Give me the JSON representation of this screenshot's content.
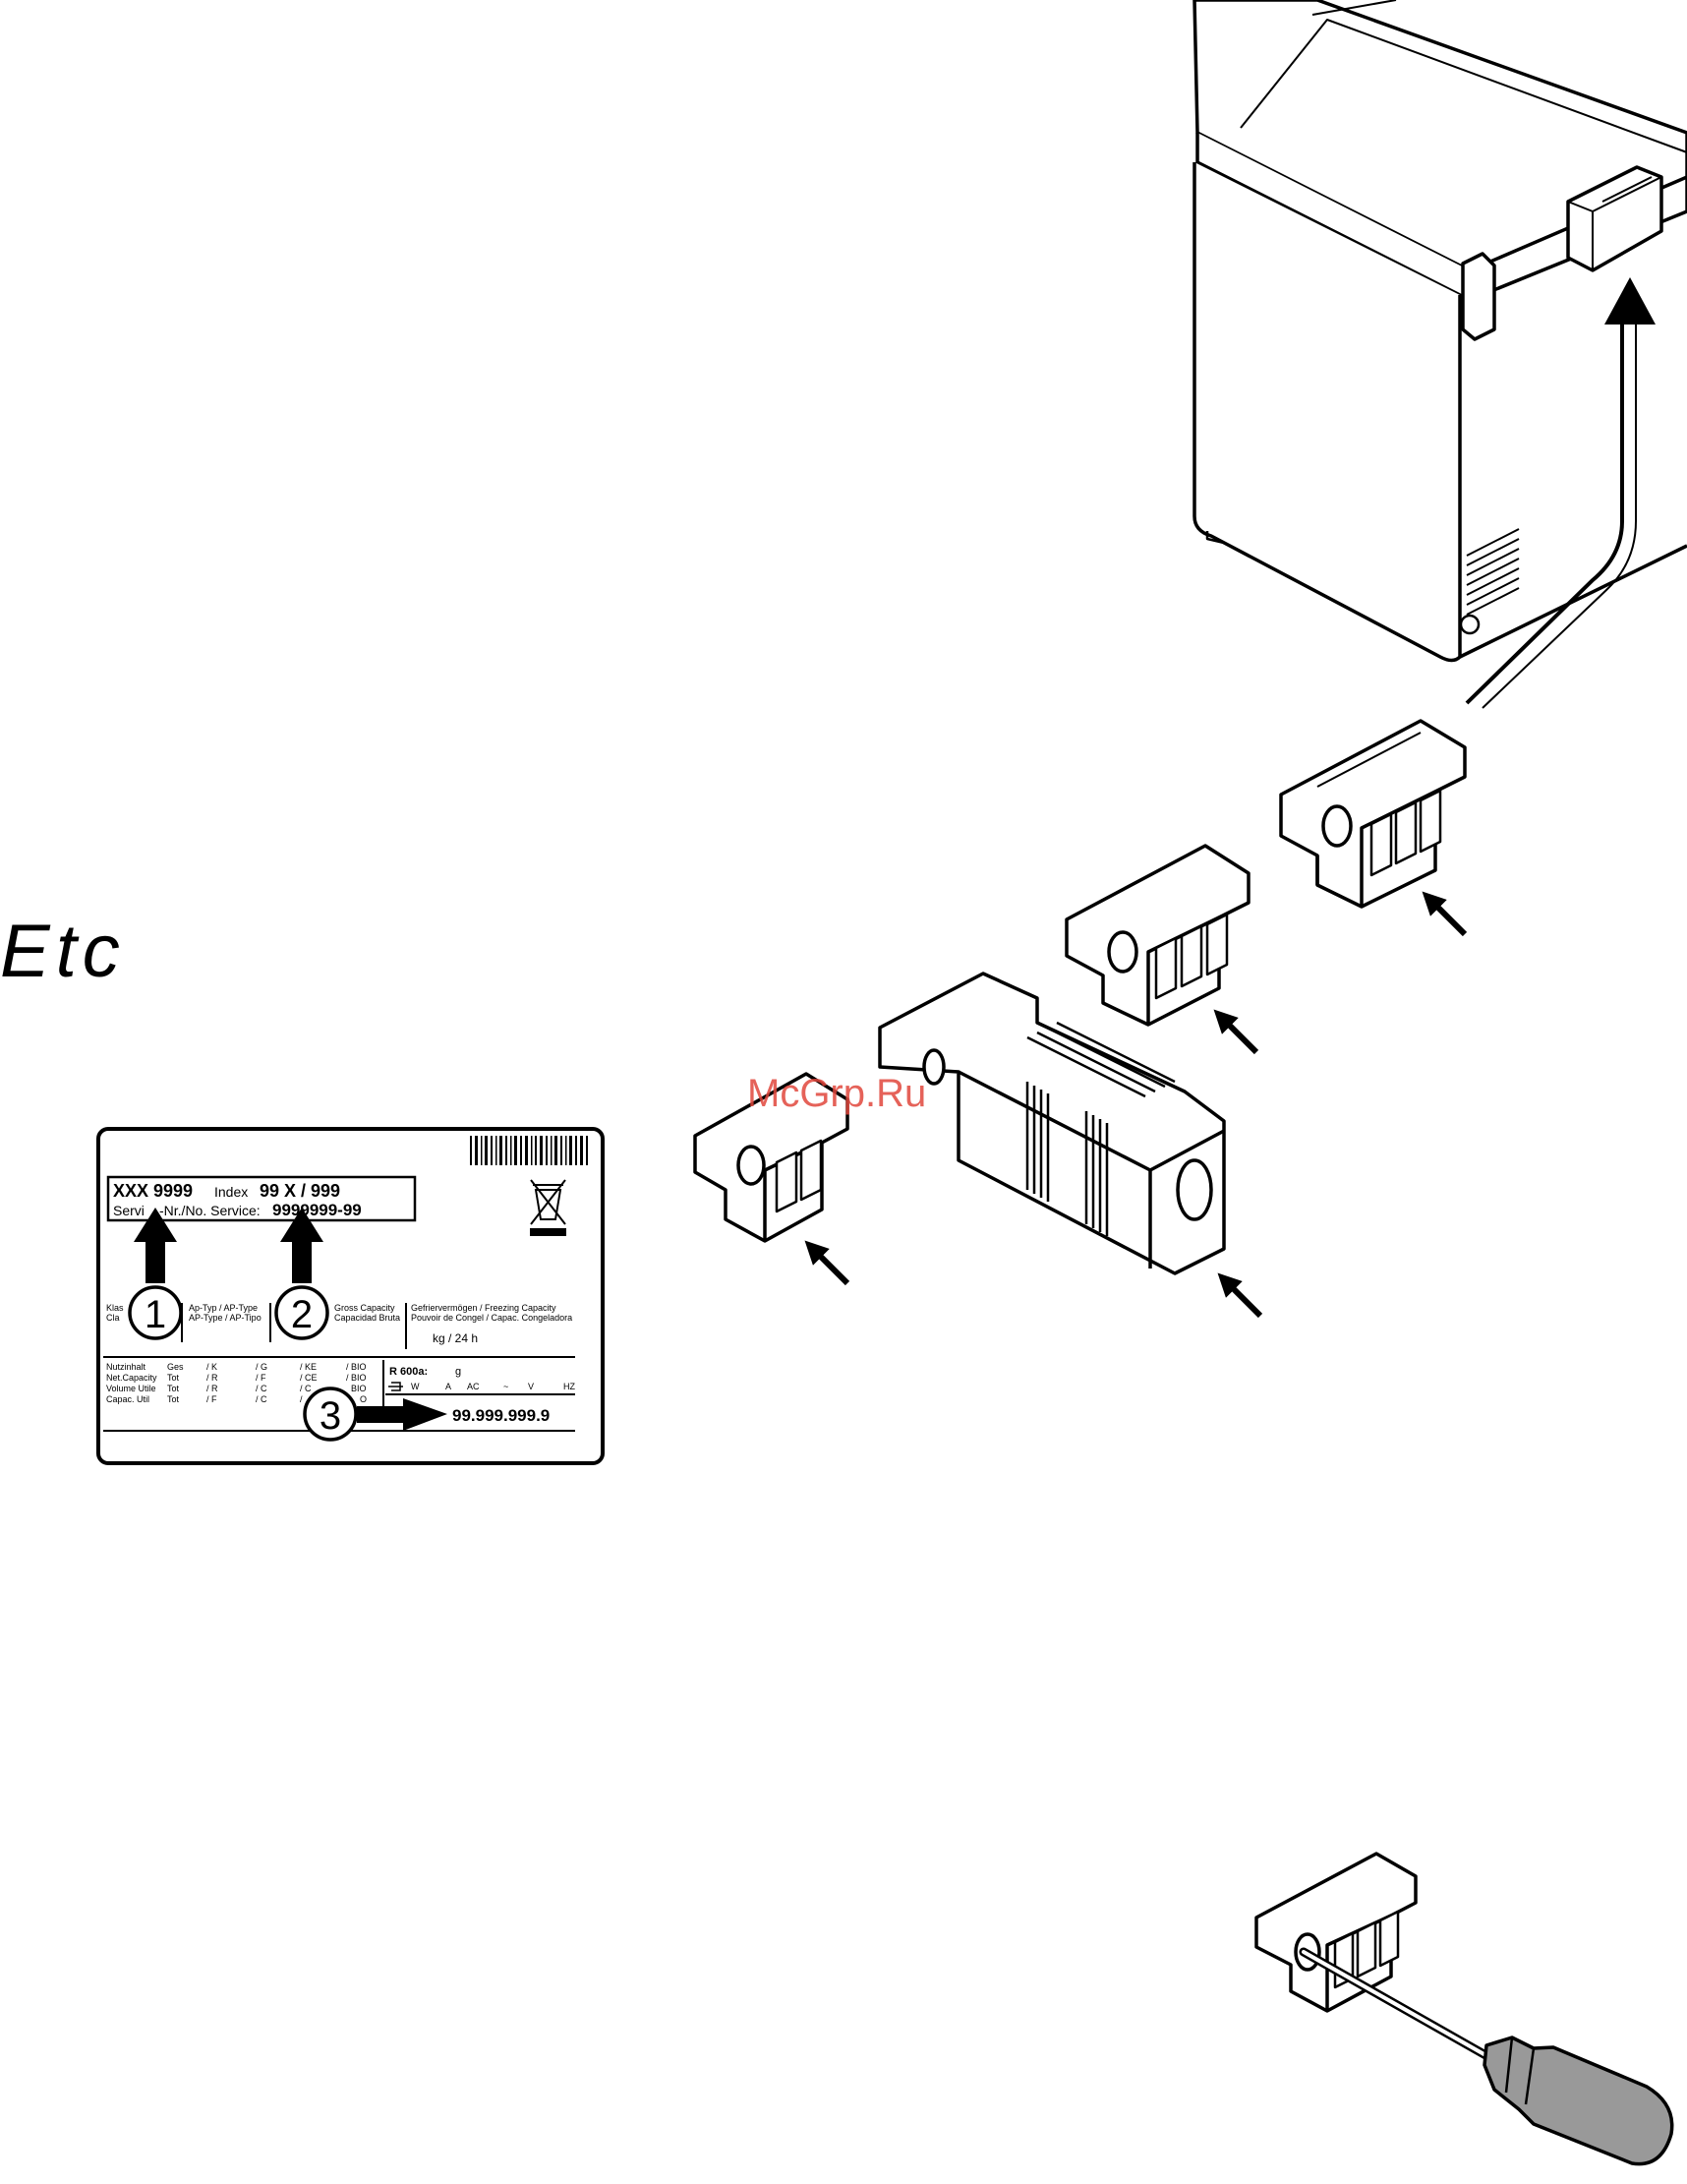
{
  "display_code": "Etc",
  "watermark": "McGrp.Ru",
  "rating_plate": {
    "model": "XXX 9999",
    "index_label": "Index",
    "index_value": "99 X / 999",
    "service_label_a": "Servi",
    "service_label_b": "-Nr./No. Service:",
    "service_value": "9999999-99",
    "col_a_1": "Klas",
    "col_a_2": "Cla",
    "col_b_1": "Ap-Typ / AP-Type",
    "col_b_2": "AP-Type / AP-Tipo",
    "col_c_1": "Gross Capacity",
    "col_c_2": "Capacidad Bruta",
    "col_d_1": "Gefriervermögen / Freezing Capacity",
    "col_d_2": "Pouvoir de Congel / Capac. Congeladora",
    "freeze_unit": "kg / 24 h",
    "rows": [
      [
        "Nutzinhalt",
        "Ges",
        "/ K",
        "/ G",
        "/ KE",
        "/ BIO"
      ],
      [
        "Net.Capacity",
        "Tot",
        "/ R",
        "/ F",
        "/ CE",
        "/ BIO"
      ],
      [
        "Volume Utile",
        "Tot",
        "/ R",
        "/ C",
        "/ C",
        "BIO"
      ],
      [
        "Capac. Util",
        "Tot",
        "/ F",
        "/ C",
        "/",
        "O"
      ]
    ],
    "refrigerant": "R 600a:",
    "refrigerant_unit": "g",
    "electrical": [
      "W",
      "A",
      "AC",
      "~",
      "V",
      "HZ"
    ],
    "serial_value": "99.999.999.9",
    "callouts": [
      "1",
      "2",
      "3"
    ]
  }
}
